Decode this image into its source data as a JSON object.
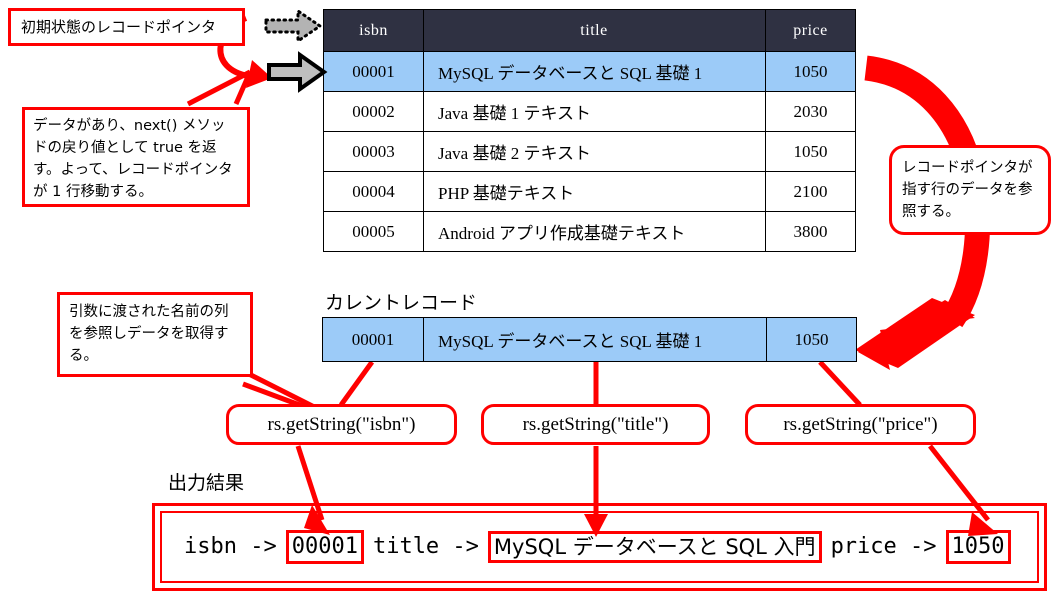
{
  "callouts": {
    "initial_pointer": "初期状態のレコードポインタ",
    "next_method": "データがあり、next() メソッドの戻り値として true を返す。よって、レコードポインタが 1 行移動する。",
    "record_pointer_ref": "レコードポインタが指す行のデータを参照する。",
    "get_column": "引数に渡された名前の列を参照しデータを取得する。"
  },
  "table": {
    "headers": [
      "isbn",
      "title",
      "price"
    ],
    "rows": [
      {
        "isbn": "00001",
        "title": "MySQL データベースと SQL 基礎 1",
        "price": "1050",
        "highlighted": true
      },
      {
        "isbn": "00002",
        "title": "Java 基礎 1 テキスト",
        "price": "2030",
        "highlighted": false
      },
      {
        "isbn": "00003",
        "title": "Java 基礎 2 テキスト",
        "price": "1050",
        "highlighted": false
      },
      {
        "isbn": "00004",
        "title": "PHP 基礎テキスト",
        "price": "2100",
        "highlighted": false
      },
      {
        "isbn": "00005",
        "title": "Android アプリ作成基礎テキスト",
        "price": "3800",
        "highlighted": false
      }
    ]
  },
  "current_record": {
    "label": "カレントレコード",
    "isbn": "00001",
    "title": "MySQL データベースと SQL 基礎 1",
    "price": "1050"
  },
  "method_boxes": [
    {
      "code": "rs.getString(\"isbn\")"
    },
    {
      "code": "rs.getString(\"title\")"
    },
    {
      "code": "rs.getString(\"price\")"
    }
  ],
  "output": {
    "label": "出力結果",
    "isbn_key": "isbn ->",
    "isbn_value": "00001",
    "title_key": "title ->",
    "title_value": "MySQL データベースと SQL 入門",
    "price_key": "price ->",
    "price_value": "1050"
  },
  "icons": {
    "dotted_pointer": "dotted-arrow-right-icon",
    "solid_pointer": "solid-arrow-right-icon"
  },
  "colors": {
    "accent_red": "#ff0000",
    "header_bg": "#2f3142",
    "highlight_row": "#9ccbf8",
    "gray_arrow": "#b3b3b3"
  }
}
